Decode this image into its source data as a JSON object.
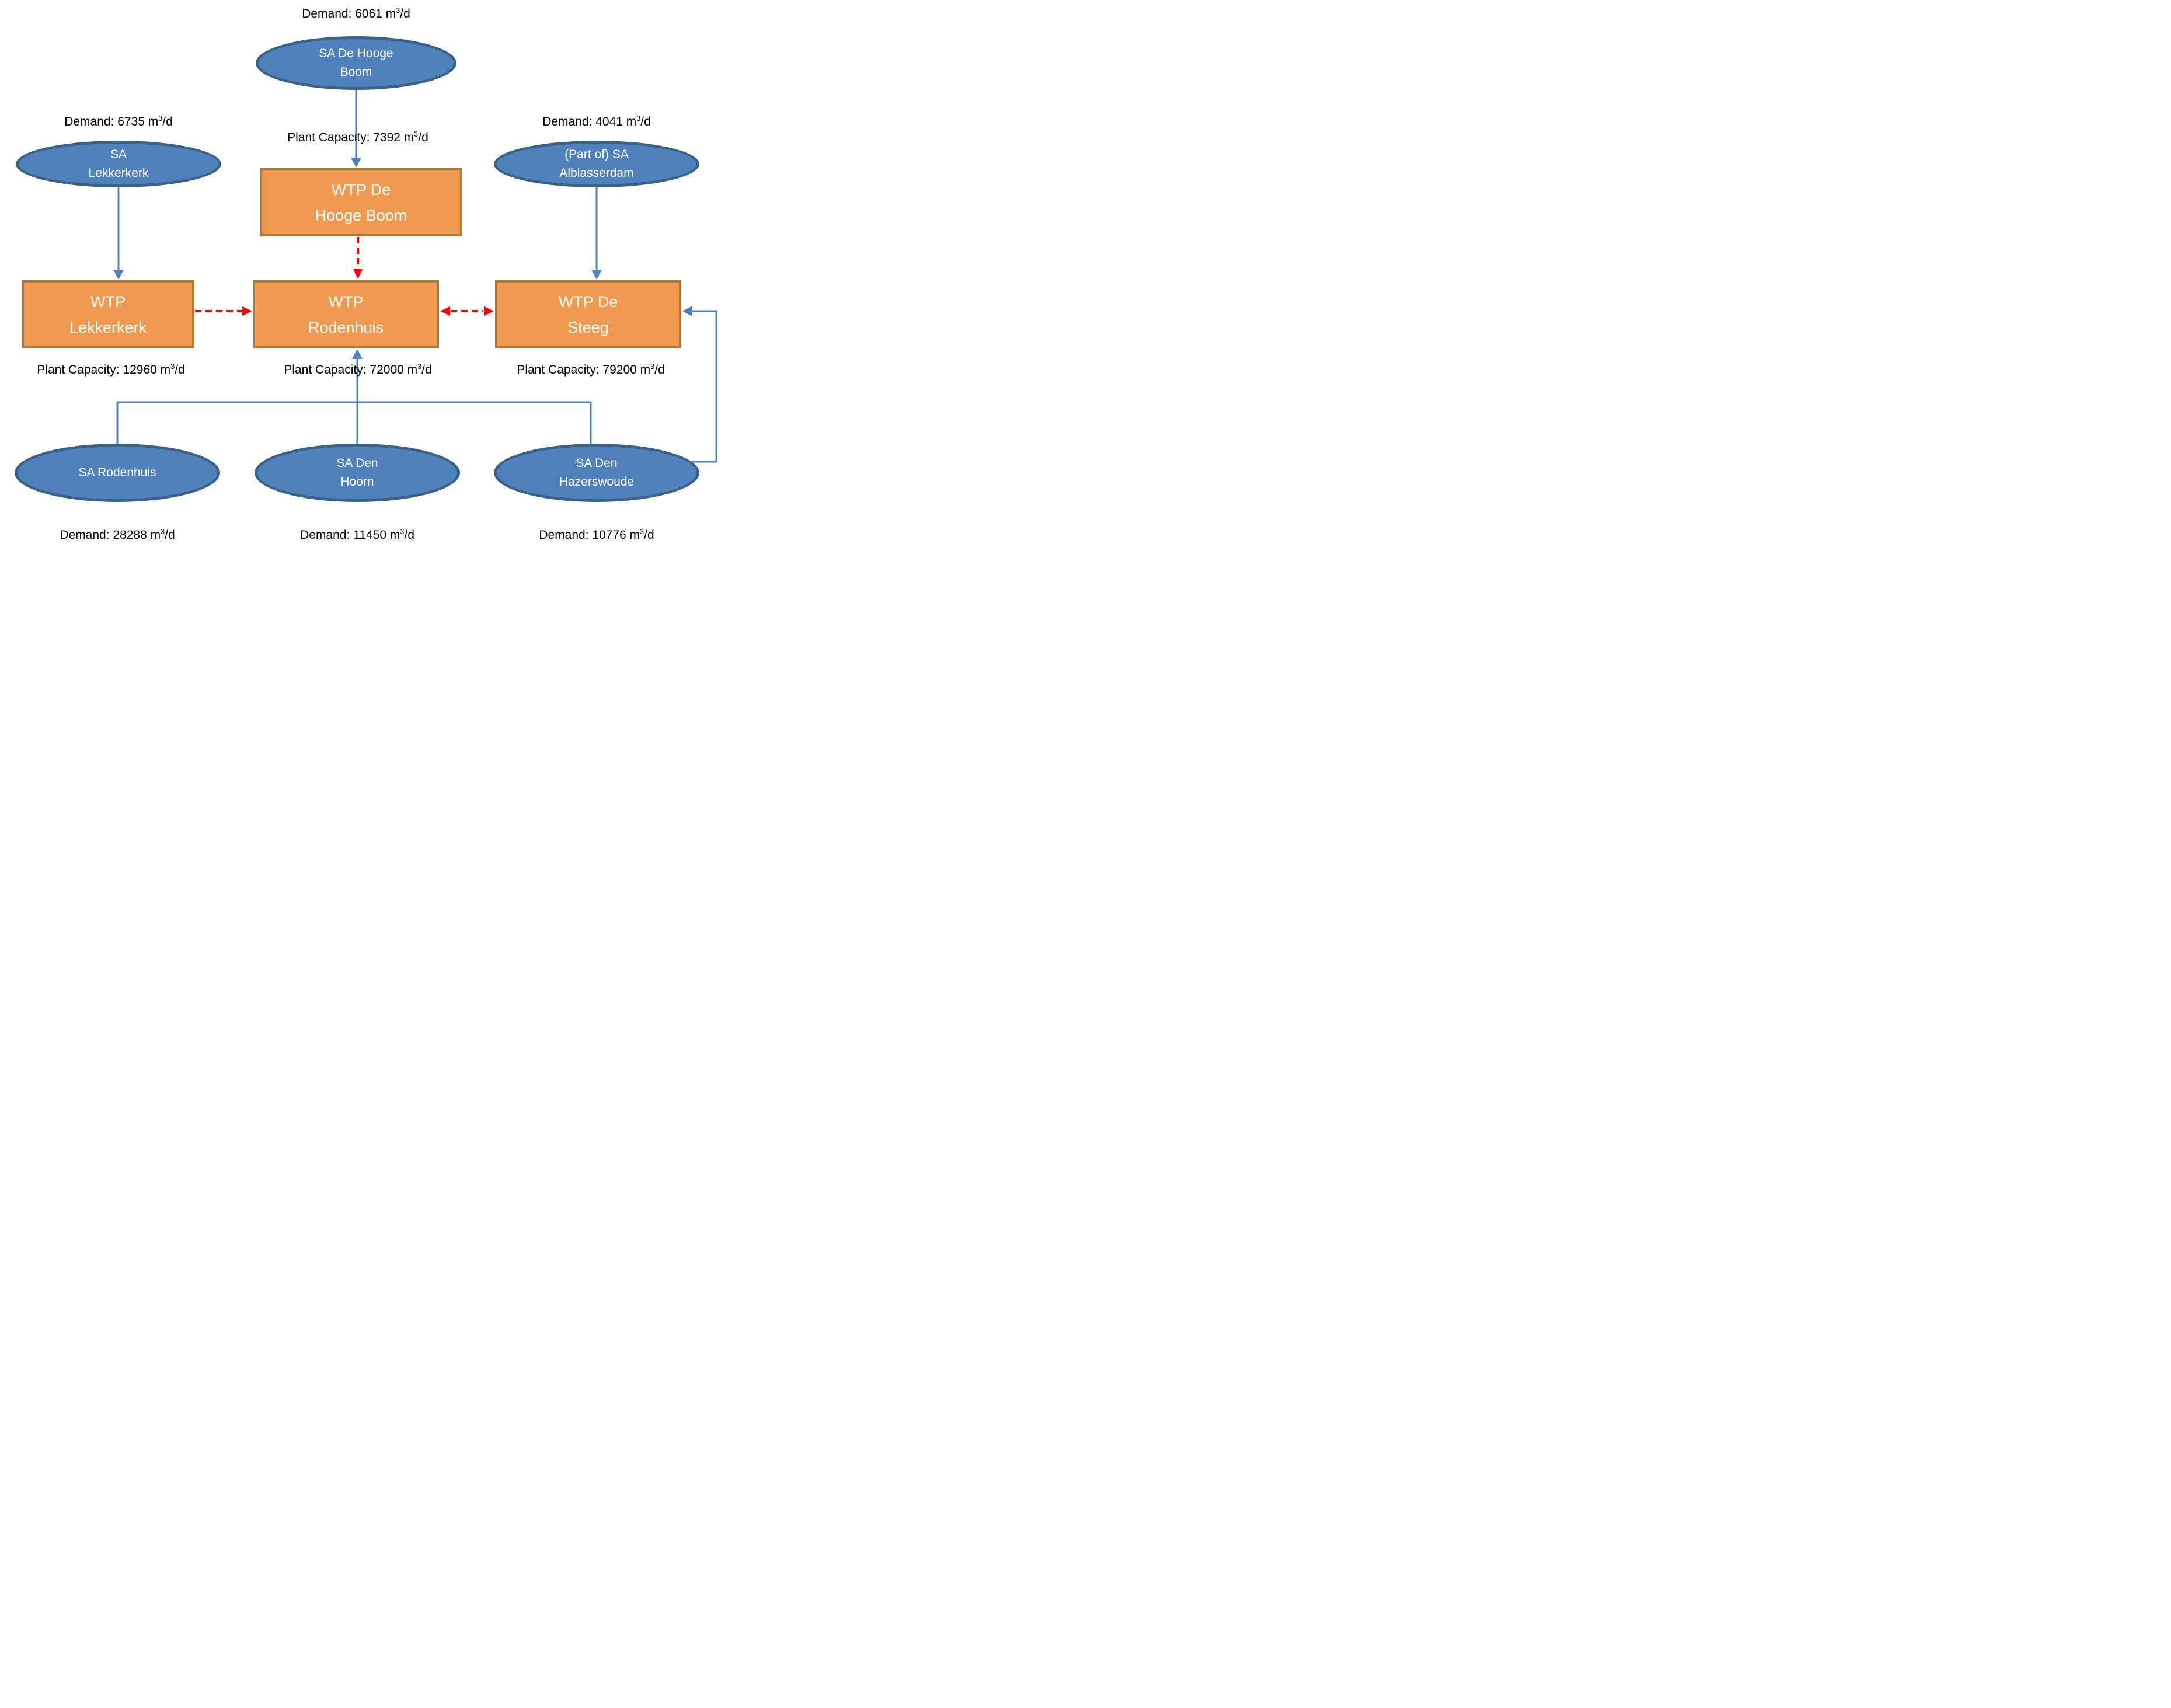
{
  "colors": {
    "background": "#ffffff",
    "ellipse_fill": "#4f81bd",
    "ellipse_stroke": "#3a6186",
    "box_fill": "#f09a51",
    "box_stroke": "#b0783c",
    "flow_blue": "#4f81bd",
    "transfer_red": "#ff0000",
    "label_black": "#000000",
    "shape_text": "#ffffff"
  },
  "service_areas": {
    "de_hooge_boom": {
      "name_lines": [
        "SA De Hooge",
        "Boom"
      ],
      "demand": {
        "text": "Demand: 6061 m",
        "sup": "3",
        "unit": "/d"
      }
    },
    "lekkerkerk": {
      "name_lines": [
        "SA",
        "Lekkerkerk"
      ],
      "demand": {
        "text": "Demand: 6735 m",
        "sup": "3",
        "unit": "/d"
      }
    },
    "alblasserdam": {
      "name_lines": [
        "(Part of) SA",
        "Alblasserdam"
      ],
      "demand": {
        "text": "Demand: 4041 m",
        "sup": "3",
        "unit": "/d"
      }
    },
    "rodenhuis": {
      "name_lines": [
        "SA Rodenhuis"
      ],
      "demand": {
        "text": "Demand: 28288 m",
        "sup": "3",
        "unit": "/d"
      }
    },
    "den_hoorn": {
      "name_lines": [
        "SA Den",
        "Hoorn"
      ],
      "demand": {
        "text": "Demand: 11450 m",
        "sup": "3",
        "unit": "/d"
      }
    },
    "den_hazerswoude": {
      "name_lines": [
        "SA Den",
        "Hazerswoude"
      ],
      "demand": {
        "text": "Demand: 10776 m",
        "sup": "3",
        "unit": "/d"
      }
    }
  },
  "plants": {
    "de_hooge_boom": {
      "name_lines": [
        "WTP De",
        "Hooge Boom"
      ],
      "capacity": {
        "text": "Plant Capacity: 7392 m",
        "sup": "3",
        "unit": "/d"
      }
    },
    "lekkerkerk": {
      "name_lines": [
        "WTP",
        "Lekkerkerk"
      ],
      "capacity": {
        "text": "Plant Capacity: 12960 m",
        "sup": "3",
        "unit": "/d"
      }
    },
    "rodenhuis": {
      "name_lines": [
        "WTP",
        "Rodenhuis"
      ],
      "capacity": {
        "text": "Plant Capacity: 72000 m",
        "sup": "3",
        "unit": "/d"
      }
    },
    "de_steeg": {
      "name_lines": [
        "WTP De",
        "Steeg"
      ],
      "capacity": {
        "text": "Plant Capacity: 79200 m",
        "sup": "3",
        "unit": "/d"
      }
    }
  },
  "connections": [
    {
      "from": "SA De Hooge Boom",
      "to": "WTP De Hooge Boom",
      "style": "solid-blue-arrow"
    },
    {
      "from": "SA Lekkerkerk",
      "to": "WTP Lekkerkerk",
      "style": "solid-blue-arrow"
    },
    {
      "from": "(Part of) SA Alblasserdam",
      "to": "WTP De Steeg",
      "style": "solid-blue-arrow"
    },
    {
      "from": "SA Den Hoorn",
      "to": "WTP Rodenhuis",
      "style": "solid-blue-arrow"
    },
    {
      "from": "SA Rodenhuis",
      "to": "WTP Rodenhuis",
      "style": "solid-blue-line-via-collector"
    },
    {
      "from": "SA Den Hazerswoude",
      "to": "WTP Rodenhuis",
      "style": "solid-blue-line-via-collector"
    },
    {
      "from": "SA Den Hazerswoude",
      "to": "WTP De Steeg",
      "style": "solid-blue-arrow"
    },
    {
      "from": "WTP De Hooge Boom",
      "to": "WTP Rodenhuis",
      "style": "dashed-red-arrow"
    },
    {
      "from": "WTP Lekkerkerk",
      "to": "WTP Rodenhuis",
      "style": "dashed-red-arrow"
    },
    {
      "from": "WTP Rodenhuis",
      "to": "WTP De Steeg",
      "style": "dashed-red-arrow-bidirectional"
    }
  ]
}
